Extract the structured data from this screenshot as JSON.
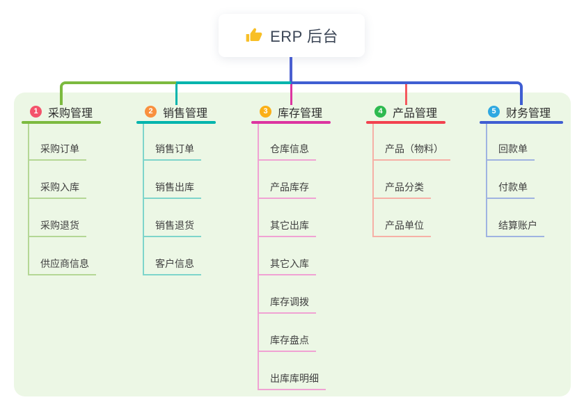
{
  "root": {
    "label": "ERP 后台",
    "icon": "thumbs-up",
    "icon_color": "#f8bf26",
    "line_color": "#4a5fd0"
  },
  "panel_color": "#ecf7e5",
  "branches": [
    {
      "index": "1",
      "label": "采购管理",
      "badge_color": "#f4536b",
      "line_color": "#7cba3f",
      "child_line_color": "#b4d795",
      "children": [
        "采购订单",
        "采购入库",
        "采购退货",
        "供应商信息"
      ]
    },
    {
      "index": "2",
      "label": "销售管理",
      "badge_color": "#f9903e",
      "line_color": "#00b4ad",
      "child_line_color": "#7ed5cb",
      "children": [
        "销售订单",
        "销售出库",
        "销售退货",
        "客户信息"
      ]
    },
    {
      "index": "3",
      "label": "库存管理",
      "badge_color": "#fbb017",
      "line_color": "#dc35a0",
      "child_line_color": "#f0a2d3",
      "children": [
        "仓库信息",
        "产品库存",
        "其它出库",
        "其它入库",
        "库存调拨",
        "库存盘点",
        "出库库明细"
      ]
    },
    {
      "index": "4",
      "label": "产品管理",
      "badge_color": "#2eba50",
      "line_color": "#f2424f",
      "drop_color": "#f4595f",
      "children_note": "",
      "child_line_color": "#f6b0a6",
      "children": [
        "产品（物料）",
        "产品分类",
        "产品单位"
      ]
    },
    {
      "index": "5",
      "label": "财务管理",
      "badge_color": "#2fa8e1",
      "line_color": "#3f5ed2",
      "child_line_color": "#9fb3e1",
      "children": [
        "回款单",
        "付款单",
        "结算账户"
      ]
    }
  ]
}
